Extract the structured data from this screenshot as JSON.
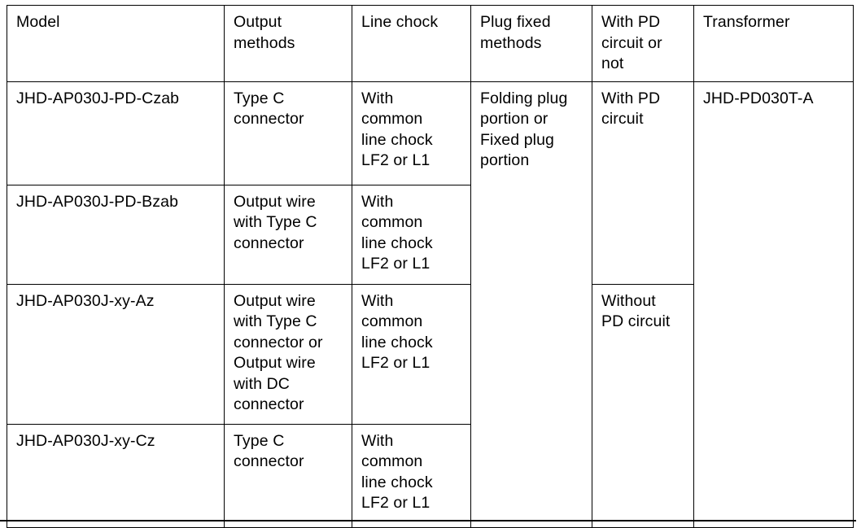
{
  "table": {
    "columns": [
      {
        "key": "model",
        "label": "Model"
      },
      {
        "key": "output",
        "label": "Output\nmethods"
      },
      {
        "key": "chock",
        "label": "Line chock"
      },
      {
        "key": "plug",
        "label": "Plug fixed\nmethods"
      },
      {
        "key": "pd",
        "label": "With PD\ncircuit or\nnot"
      },
      {
        "key": "transformer",
        "label": "Transformer"
      }
    ],
    "rows": [
      {
        "model": "JHD-AP030J-PD-Czab",
        "output": "Type C\nconnector",
        "chock": "With\ncommon\nline chock\nLF2 or L1",
        "plug": "Folding plug\nportion or\nFixed plug\nportion",
        "pd": "With PD\ncircuit",
        "transformer": "JHD-PD030T-A"
      },
      {
        "model": "JHD-AP030J-PD-Bzab",
        "output": "Output wire\nwith Type C\nconnector",
        "chock": "With\ncommon\nline chock\nLF2 or L1"
      },
      {
        "model": "JHD-AP030J-xy-Az",
        "output": "Output wire\nwith Type C\nconnector or\nOutput wire\nwith DC\nconnector",
        "chock": "With\ncommon\nline chock\nLF2 or L1",
        "pd": "Without\nPD circuit"
      },
      {
        "model": "JHD-AP030J-xy-Cz",
        "output": "Type C\nconnector",
        "chock": "With\ncommon\nline chock\nLF2 or L1"
      }
    ]
  },
  "style": {
    "border_color": "#000000",
    "text_color": "#000000",
    "background": "#ffffff"
  }
}
